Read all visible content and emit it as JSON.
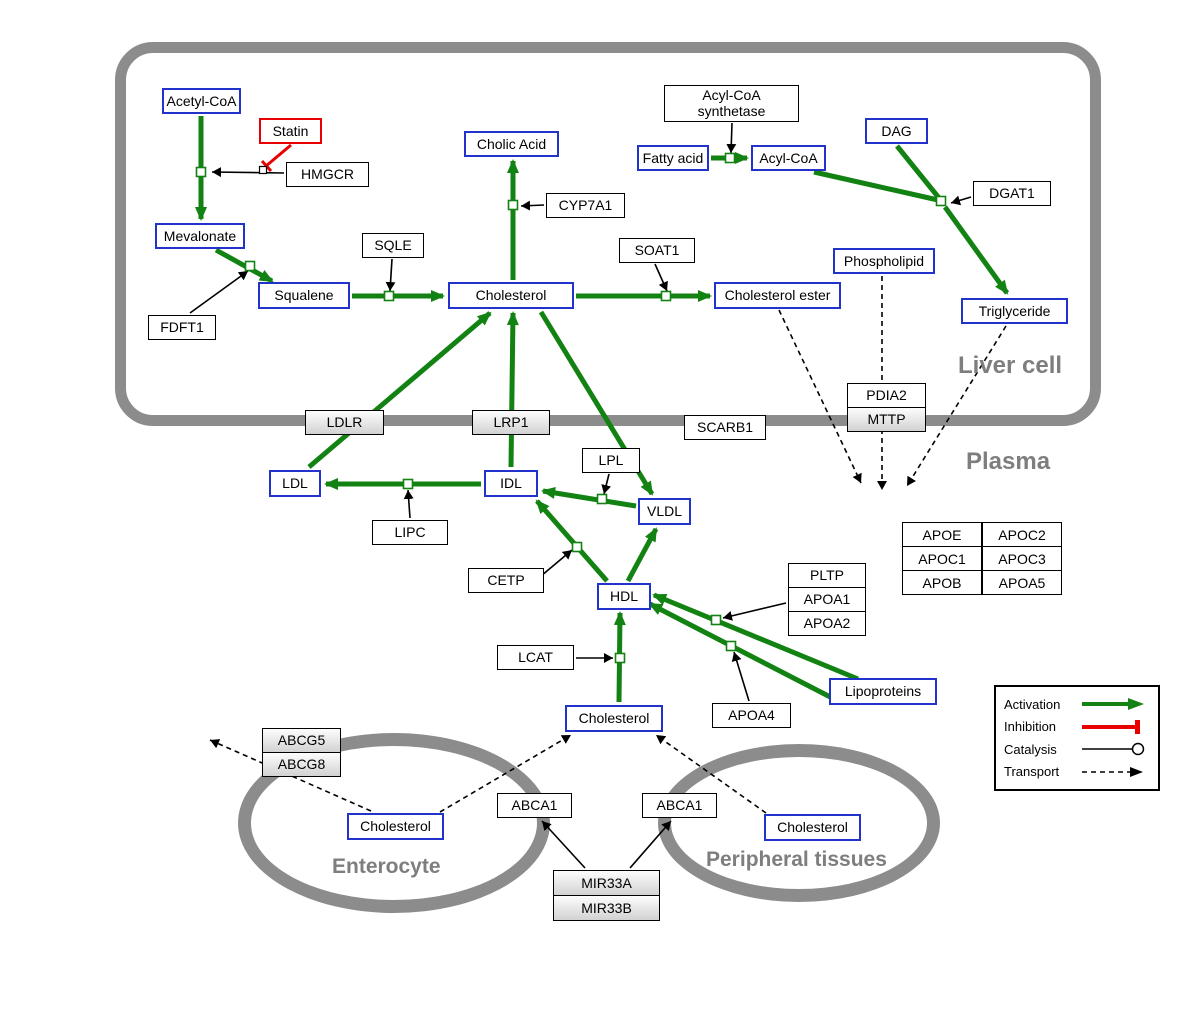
{
  "compartments": {
    "liver_cell": "Liver cell",
    "plasma": "Plasma",
    "enterocyte": "Enterocyte",
    "peripheral_tissues": "Peripheral tissues"
  },
  "metabolites": {
    "acetyl_coa": "Acetyl-CoA",
    "mevalonate": "Mevalonate",
    "squalene": "Squalene",
    "cholesterol_liver": "Cholesterol",
    "cholic_acid": "Cholic Acid",
    "cholesterol_ester": "Cholesterol ester",
    "fatty_acid": "Fatty acid",
    "acyl_coa": "Acyl-CoA",
    "dag": "DAG",
    "phospholipid": "Phospholipid",
    "triglyceride": "Triglyceride",
    "ldl": "LDL",
    "idl": "IDL",
    "vldl": "VLDL",
    "hdl": "HDL",
    "lipoproteins": "Lipoproteins",
    "cholesterol_plasma": "Cholesterol",
    "cholesterol_enterocyte": "Cholesterol",
    "cholesterol_peripheral": "Cholesterol"
  },
  "drugs": {
    "statin": "Statin"
  },
  "genes": {
    "hmgcr": "HMGCR",
    "fdft1": "FDFT1",
    "sqle": "SQLE",
    "cyp7a1": "CYP7A1",
    "soat1": "SOAT1",
    "acyl_coa_synthetase_line1": "Acyl-CoA",
    "acyl_coa_synthetase_line2": "synthetase",
    "dgat1": "DGAT1",
    "ldlr": "LDLR",
    "lrp1": "LRP1",
    "scarb1": "SCARB1",
    "pdia2": "PDIA2",
    "mttp": "MTTP",
    "lipc": "LIPC",
    "lpl": "LPL",
    "cetp": "CETP",
    "lcat": "LCAT",
    "pltp": "PLTP",
    "apoa1": "APOA1",
    "apoa2": "APOA2",
    "apoa4": "APOA4",
    "abcg5": "ABCG5",
    "abcg8": "ABCG8",
    "abca1_enterocyte": "ABCA1",
    "abca1_peripheral": "ABCA1",
    "mir33a": "MIR33A",
    "mir33b": "MIR33B"
  },
  "apolipoprotein_table": {
    "rows": [
      [
        "APOE",
        "APOC2"
      ],
      [
        "APOC1",
        "APOC3"
      ],
      [
        "APOB",
        "APOA5"
      ]
    ]
  },
  "legend": {
    "activation": "Activation",
    "inhibition": "Inhibition",
    "catalysis": "Catalysis",
    "transport": "Transport"
  },
  "colors": {
    "metabolite_border": "#2233cc",
    "activation_green": "#128212",
    "inhibition_red": "#e80000",
    "compartment_gray": "#8c8c8c"
  }
}
